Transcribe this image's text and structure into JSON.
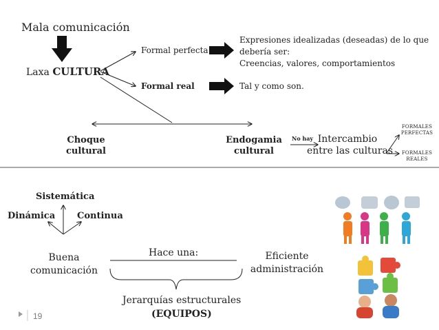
{
  "top": {
    "title": "Mala comunicación",
    "laxa": "Laxa",
    "cultura": "CULTURA",
    "formal_perfecta": "Formal perfecta",
    "formal_real": "Formal real",
    "expresiones_lines": [
      "Expresiones idealizadas (deseadas) de lo que",
      "debería ser:",
      "Creencias, valores, comportamientos"
    ],
    "tal_y_como": "Tal y como son.",
    "choque_lines": [
      "Choque",
      "cultural"
    ],
    "endogamia_lines": [
      "Endogamia",
      "cultural"
    ],
    "no_hay": "No hay",
    "intercambio_lines": [
      "Intercambio",
      "entre las culturas"
    ],
    "formales_perfectas_lines": [
      "FORMALES",
      "PERFECTAS"
    ],
    "formales_reales_lines": [
      "FORMALES",
      "REALES"
    ]
  },
  "bottom": {
    "sistematica": "Sistemática",
    "dinamica": "Dinámica",
    "continua": "Continua",
    "buena_lines": [
      "Buena",
      "comunicación"
    ],
    "hace_una": "Hace una:",
    "eficiente_lines": [
      "Eficiente",
      "administración"
    ],
    "jerarquias": "Jerarquías estructurales",
    "equipos": "(EQUIPOS)",
    "page_number": "19"
  },
  "colors": {
    "line": "#222222",
    "divider": "#555555",
    "page_number": "#7a7a7a"
  }
}
